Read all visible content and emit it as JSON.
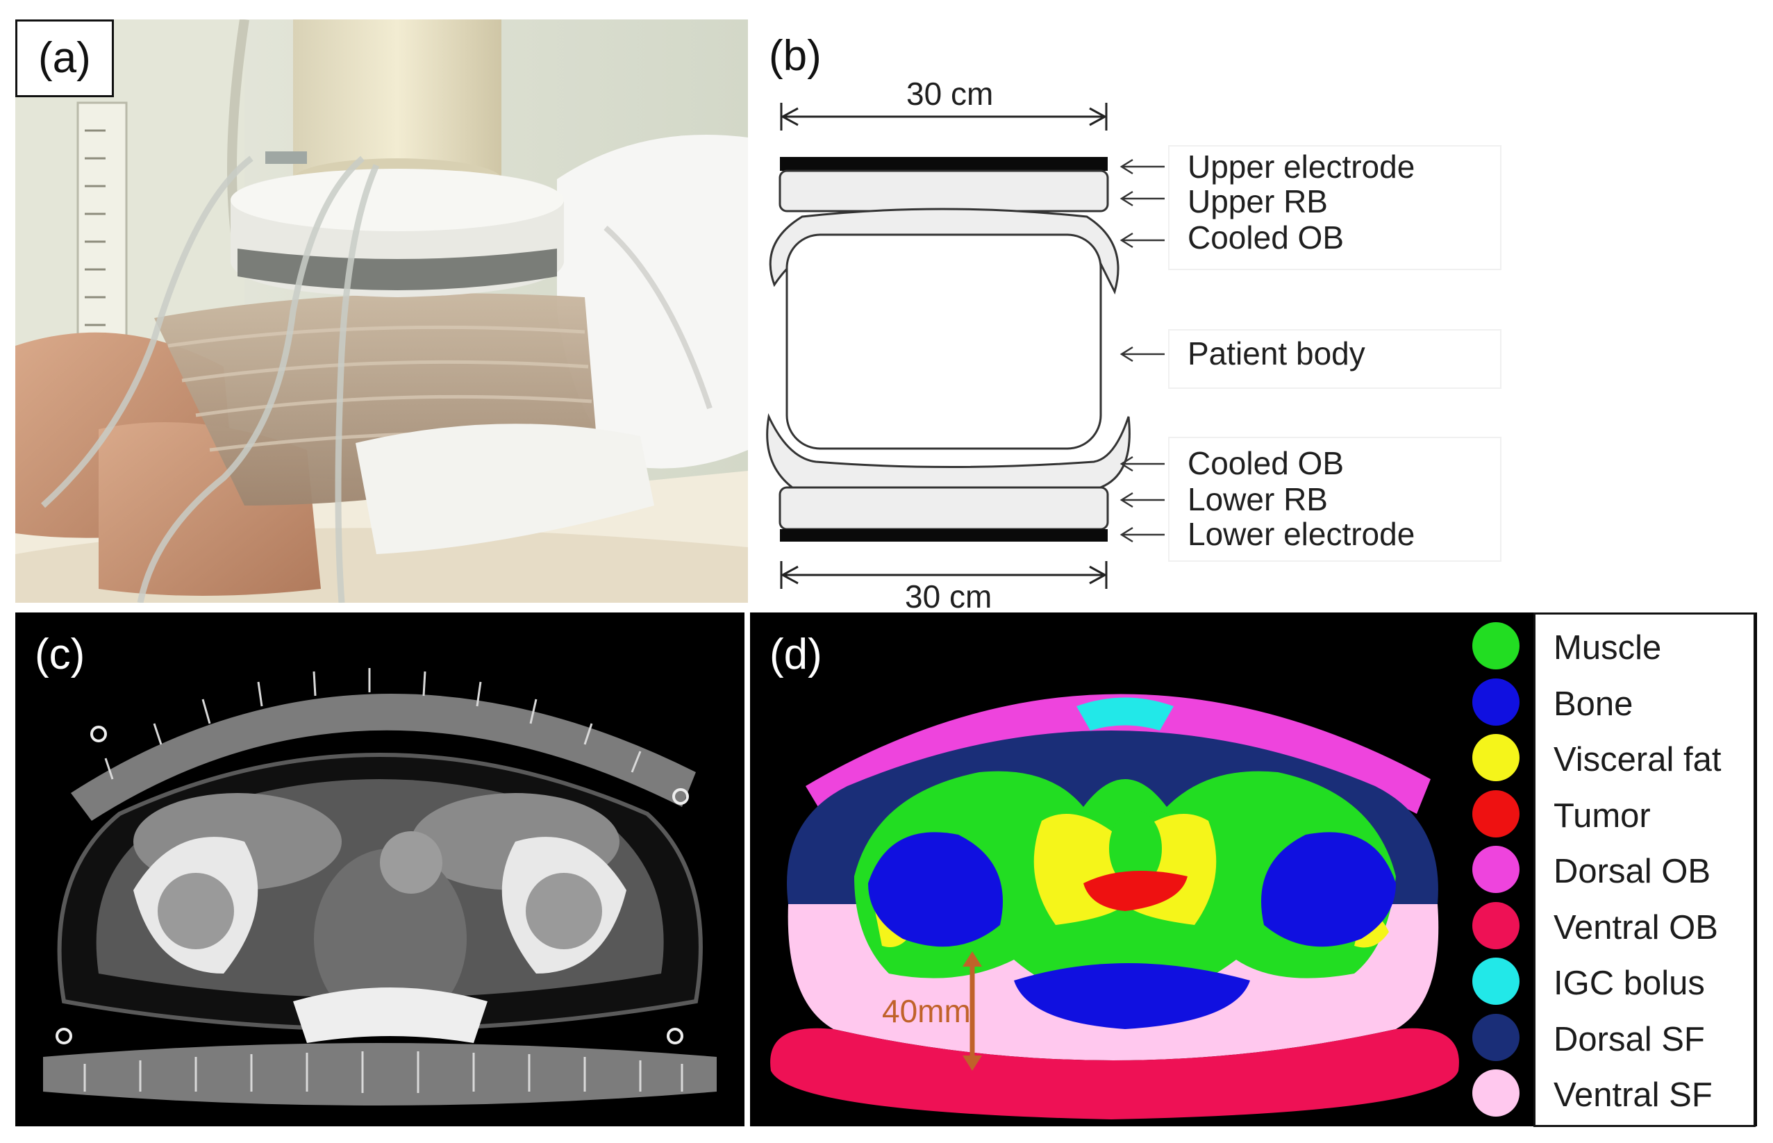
{
  "panels": {
    "a": {
      "label": "(a)"
    },
    "b": {
      "label": "(b)",
      "dimension_top": "30 cm",
      "dimension_bottom": "30 cm",
      "layers": [
        "Upper electrode",
        "Upper RB",
        "Cooled OB",
        "Patient body",
        "Cooled OB",
        "Lower RB",
        "Lower electrode"
      ]
    },
    "c": {
      "label": "(c)"
    },
    "d": {
      "label": "(d)",
      "annotation": "40mm",
      "legend": [
        {
          "name": "Muscle",
          "color": "#22dd22"
        },
        {
          "name": "Bone",
          "color": "#1010e0"
        },
        {
          "name": "Visceral fat",
          "color": "#f5f51a"
        },
        {
          "name": "Tumor",
          "color": "#ee1111"
        },
        {
          "name": "Dorsal OB",
          "color": "#ee44dd"
        },
        {
          "name": "Ventral OB",
          "color": "#ee1155"
        },
        {
          "name": "IGC bolus",
          "color": "#22e8e8"
        },
        {
          "name": "Dorsal SF",
          "color": "#1a2e78"
        },
        {
          "name": "Ventral SF",
          "color": "#ffc8ee"
        }
      ]
    }
  }
}
